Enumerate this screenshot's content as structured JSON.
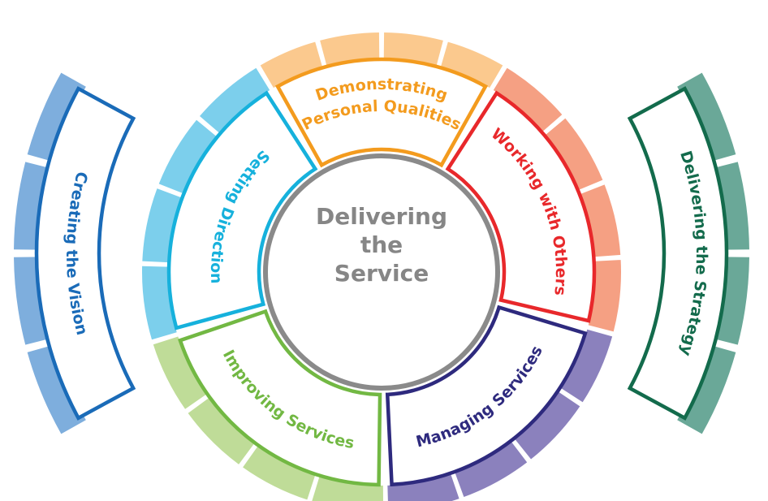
{
  "center": {
    "lines": [
      "Delivering",
      "the",
      "Service"
    ],
    "color": "#868686"
  },
  "domains": [
    {
      "id": "demonstrating",
      "label": "Demonstrating Personal Qualities",
      "line1": "Demonstrating",
      "line2": "Personal Qualities",
      "color": "#f39b1e",
      "light": "#fbc98e"
    },
    {
      "id": "working",
      "label": "Working with Others",
      "color": "#e8282b",
      "light": "#f5a083"
    },
    {
      "id": "managing",
      "label": "Managing Services",
      "color": "#2e2a7e",
      "light": "#8b81bd"
    },
    {
      "id": "improving",
      "label": "Improving Services",
      "color": "#72b843",
      "light": "#bfdc98"
    },
    {
      "id": "setting",
      "label": "Setting Direction",
      "color": "#16b1dc",
      "light": "#7ccfec"
    }
  ],
  "sides": [
    {
      "id": "vision",
      "label": "Creating the Vision",
      "color": "#1a6bb8",
      "light": "#7eaedd"
    },
    {
      "id": "strategy",
      "label": "Delivering the Strategy",
      "color": "#136b4c",
      "light": "#6aa898"
    }
  ]
}
